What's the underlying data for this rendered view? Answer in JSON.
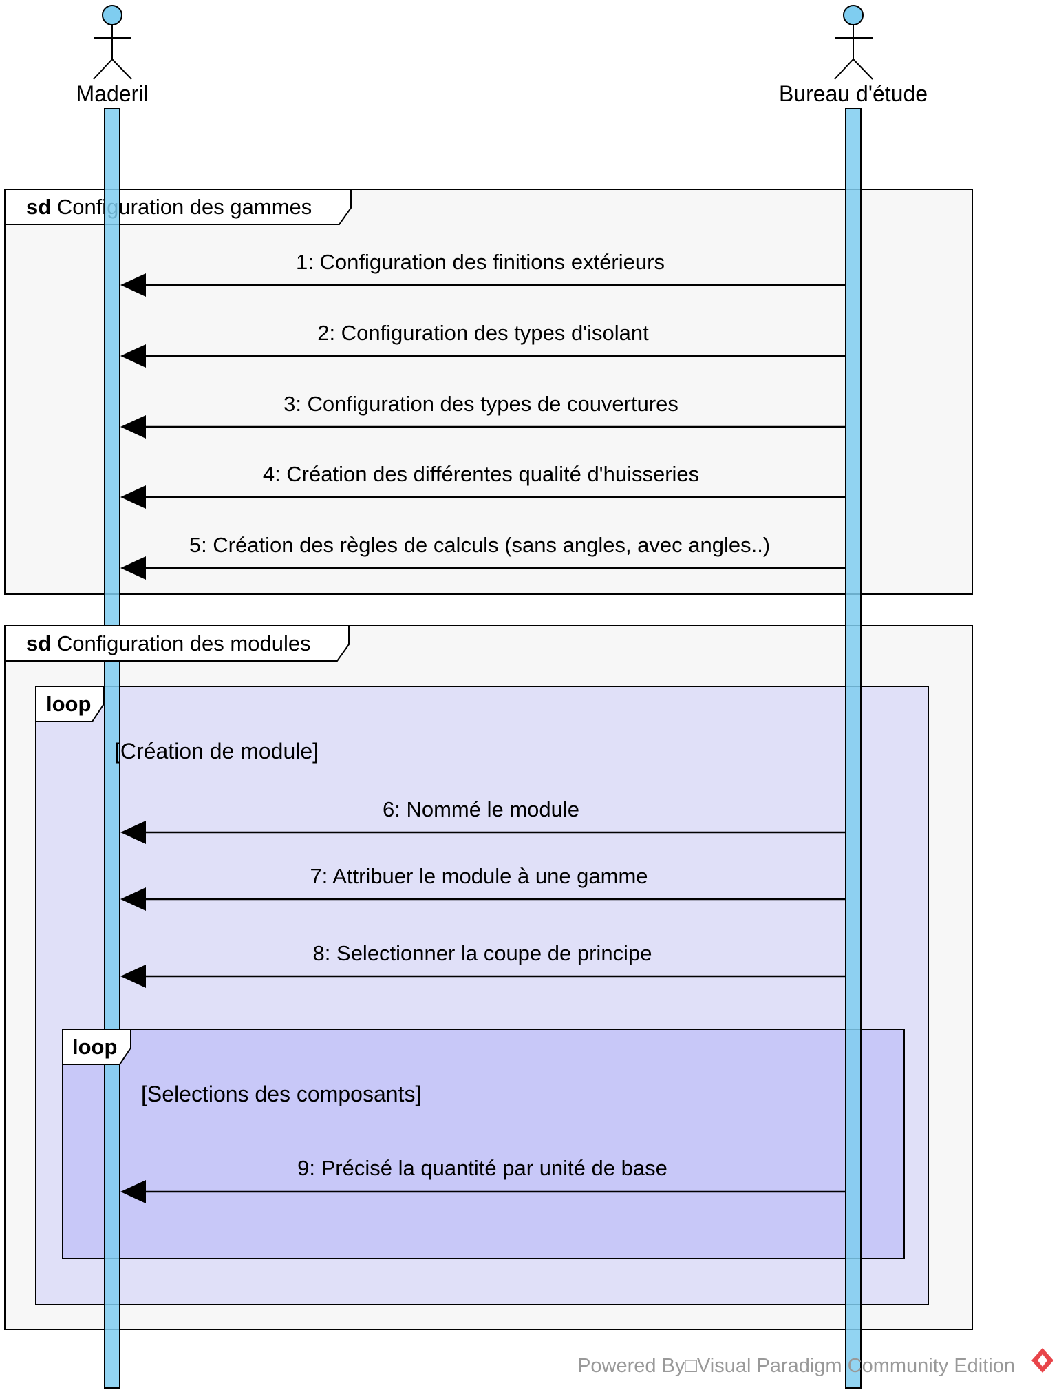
{
  "actors": [
    {
      "name": "Maderil"
    },
    {
      "name": "Bureau d'étude"
    }
  ],
  "frames": [
    {
      "keyword": "sd",
      "title": "Configuration des gammes"
    },
    {
      "keyword": "sd",
      "title": "Configuration des modules"
    }
  ],
  "loops": [
    {
      "keyword": "loop",
      "guard": "[Création de module]"
    },
    {
      "keyword": "loop",
      "guard": "[Selections des composants]"
    }
  ],
  "messages": [
    {
      "label": "1: Configuration des finitions extérieurs",
      "from": "Bureau d'étude",
      "to": "Maderil"
    },
    {
      "label": "2: Configuration des types d'isolant",
      "from": "Bureau d'étude",
      "to": "Maderil"
    },
    {
      "label": "3: Configuration des types de couvertures",
      "from": "Bureau d'étude",
      "to": "Maderil"
    },
    {
      "label": "4: Création des différentes qualité d'huisseries",
      "from": "Bureau d'étude",
      "to": "Maderil"
    },
    {
      "label": "5: Création des règles de calculs (sans angles, avec angles..)",
      "from": "Bureau d'étude",
      "to": "Maderil"
    },
    {
      "label": "6: Nommé le module",
      "from": "Bureau d'étude",
      "to": "Maderil"
    },
    {
      "label": "7: Attribuer le module à une gamme",
      "from": "Bureau d'étude",
      "to": "Maderil"
    },
    {
      "label": "8: Selectionner la coupe de principe",
      "from": "Bureau d'étude",
      "to": "Maderil"
    },
    {
      "label": "9: Précisé la quantité par unité de base",
      "from": "Bureau d'étude",
      "to": "Maderil"
    }
  ],
  "footer": {
    "text": "Powered By□Visual Paradigm Community Edition"
  },
  "colors": {
    "actor_head": "#7fcdf0",
    "lifeline": "#7fcdf0",
    "frame_bg": "#f7f7f7",
    "loop_outer_bg": "#e0e0f8",
    "loop_inner_bg": "#c8c8f8",
    "footer_text": "#999999",
    "logo": "#e8454a"
  }
}
